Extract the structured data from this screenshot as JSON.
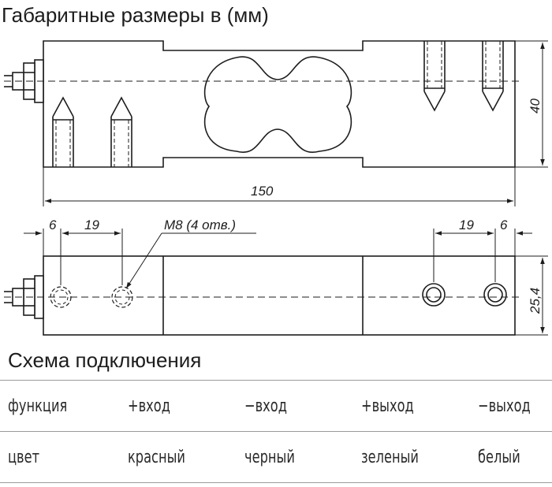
{
  "dimensions_title": "Габаритные размеры в (мм)",
  "drawing": {
    "length": "150",
    "height": "40",
    "width": "25,4",
    "hole_offset_left": "6",
    "hole_spacing_left": "19",
    "hole_offset_right": "6",
    "hole_spacing_right": "19",
    "thread_label": "M8 (4 отв.)"
  },
  "connection_title": "Схема подключения",
  "wiring_table": {
    "rows": [
      [
        "функция",
        "+вход",
        "−вход",
        "+выход",
        "−выход"
      ],
      [
        "цвет",
        "красный",
        "черный",
        "зеленый",
        "белый"
      ]
    ]
  }
}
